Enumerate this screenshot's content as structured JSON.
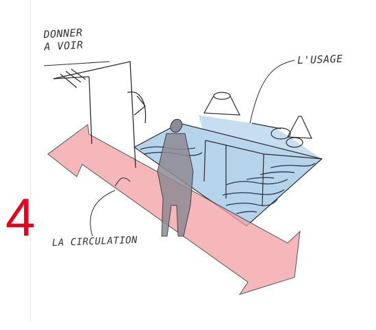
{
  "labels": {
    "number": "4",
    "donner_a_voir": "DONNER\nA VOIR",
    "usage": "L'USAGE",
    "circulation": "LA CIRCULATION"
  },
  "colors": {
    "circulation_arrow": "#f2a0a4",
    "usage_zone": "#a9cbe9",
    "number": "#e8001c",
    "ink": "#2a2a2a"
  }
}
